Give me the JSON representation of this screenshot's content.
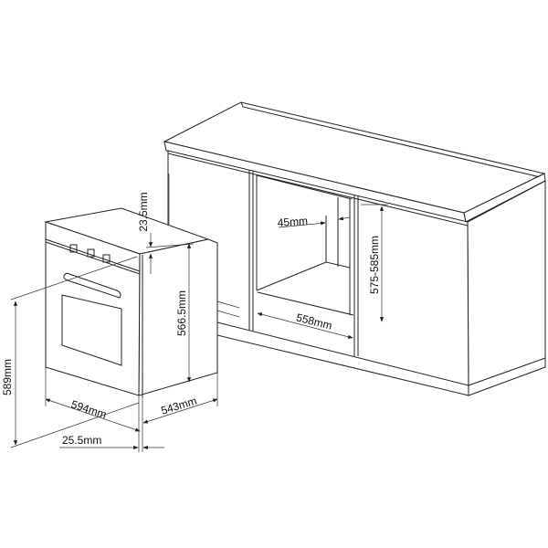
{
  "dimensions": {
    "oven_total_height": "589mm",
    "oven_width": "594mm",
    "oven_depth": "543mm",
    "oven_body_height": "566.5mm",
    "oven_top_panel": "23.5mm",
    "front_panel_depth": "25.5mm",
    "cavity_side_gap": "45mm",
    "cavity_width": "558mm",
    "cavity_height": "575-585mm"
  },
  "colors": {
    "line": "#222222",
    "background": "#ffffff"
  }
}
